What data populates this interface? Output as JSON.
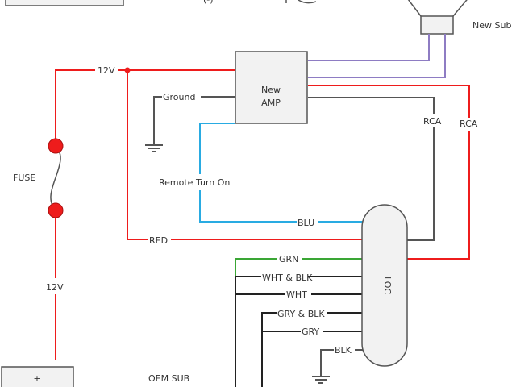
{
  "diagram": {
    "title": "Amplifier / LOC wiring diagram",
    "colors": {
      "power": "#ee1c1c",
      "ground": "#555555",
      "remote": "#29abe2",
      "speaker": "#8e7cc3",
      "green": "#3aa635",
      "black": "#222222",
      "box_fill": "#f2f2f2",
      "box_stroke": "#555555"
    },
    "components": {
      "amp": {
        "line1": "New",
        "line2": "AMP"
      },
      "loc": {
        "label": "LOC"
      },
      "new_sub": {
        "label": "New Sub"
      },
      "oem_sub": {
        "label": "OEM SUB"
      },
      "fuse": {
        "label": "FUSE"
      },
      "battery": {
        "plus": "+"
      },
      "top_partial": {
        "label": "(-)"
      }
    },
    "wire_labels": {
      "v12_top": "12V",
      "v12_left": "12V",
      "ground": "Ground",
      "remote": "Remote Turn On",
      "blu": "BLU",
      "red": "RED",
      "rca_gray": "RCA",
      "rca_red": "RCA",
      "grn": "GRN",
      "wht_blk": "WHT & BLK",
      "wht": "WHT",
      "gry_blk": "GRY & BLK",
      "gry": "GRY",
      "blk": "BLK"
    }
  }
}
